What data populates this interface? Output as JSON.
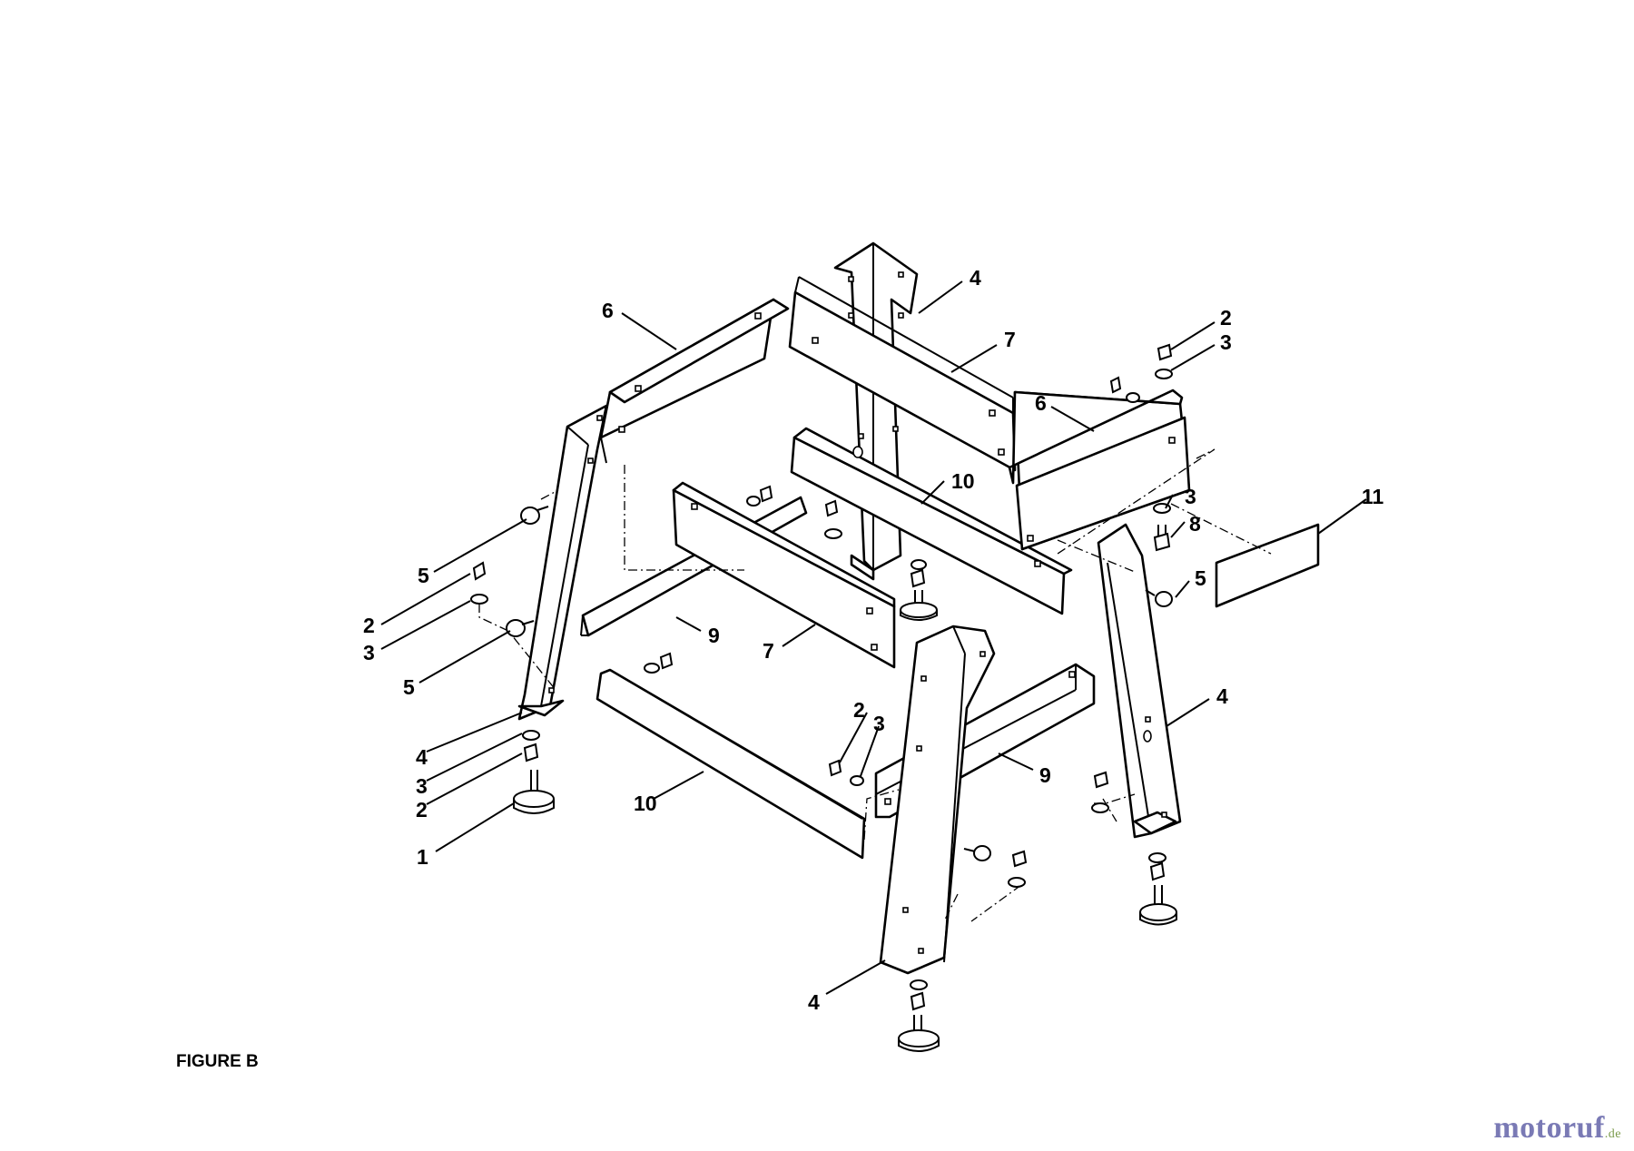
{
  "figure": {
    "caption": "FIGURE B"
  },
  "callouts": {
    "c01": "4",
    "c02": "6",
    "c03": "7",
    "c04": "2",
    "c05": "3",
    "c06": "6",
    "c07": "10",
    "c08": "3",
    "c09": "8",
    "c10": "11",
    "c11": "5",
    "c12": "5",
    "c13": "2",
    "c14": "3",
    "c15": "9",
    "c16": "7",
    "c17": "5",
    "c18": "4",
    "c19": "2",
    "c20": "3",
    "c21": "4",
    "c22": "3",
    "c23": "2",
    "c24": "10",
    "c25": "9",
    "c26": "1",
    "c27": "4"
  },
  "watermark": {
    "brand": "motoruf",
    "suffix": ".de"
  },
  "colors": {
    "line": "#000000",
    "background": "#ffffff",
    "watermark": "#7a7ab5"
  }
}
